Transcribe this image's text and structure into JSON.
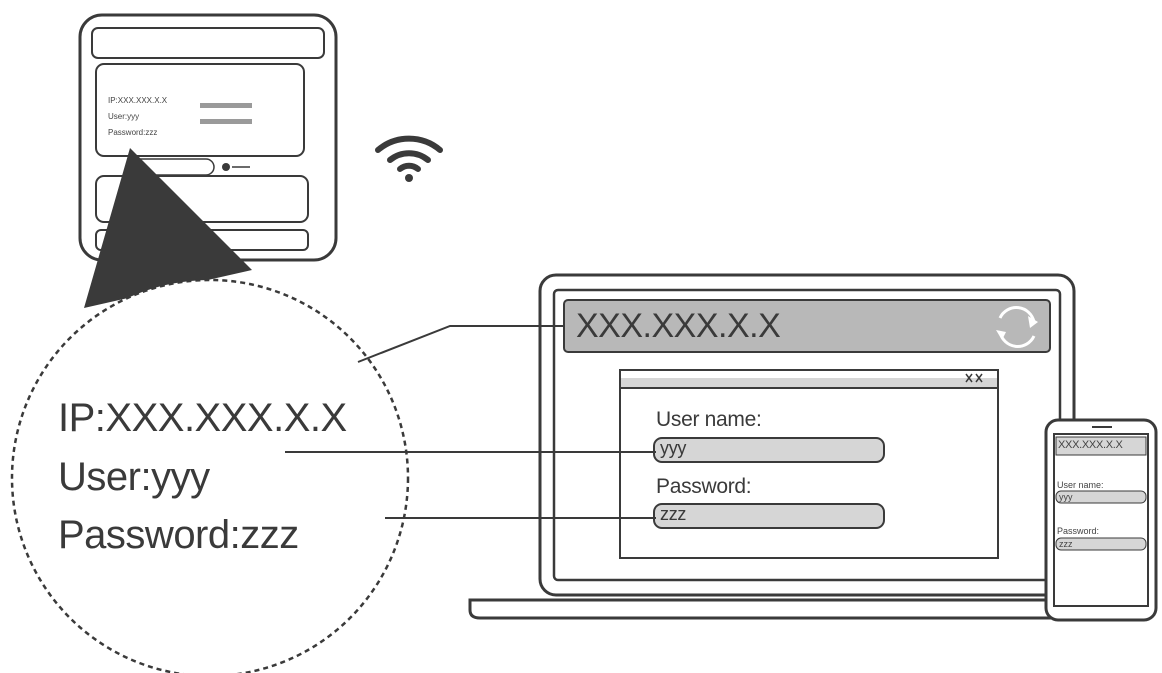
{
  "device_label": {
    "ip_line": "IP:XXX.XXX.X.X",
    "user_line": "User:yyy",
    "password_line": "Password:zzz"
  },
  "zoom": {
    "ip_line": "IP:XXX.XXX.X.X",
    "user_line": "User:yyy",
    "password_line": "Password:zzz"
  },
  "laptop": {
    "address_bar": "XXX.XXX.X.X",
    "username_label": "User name:",
    "username_value": "yyy",
    "password_label": "Password:",
    "password_value": "zzz"
  },
  "phone": {
    "address_bar": "XXX.XXX.X.X",
    "username_label": "User name:",
    "username_value": "yyy",
    "password_label": "Password:",
    "password_value": "zzz"
  },
  "icons": [
    "wifi-icon",
    "refresh-icon",
    "window-controls-icon"
  ],
  "colors": {
    "line": "#3a3a3a",
    "field_fill": "#d6d6d6",
    "address_bar_fill": "#b8b8b8"
  }
}
